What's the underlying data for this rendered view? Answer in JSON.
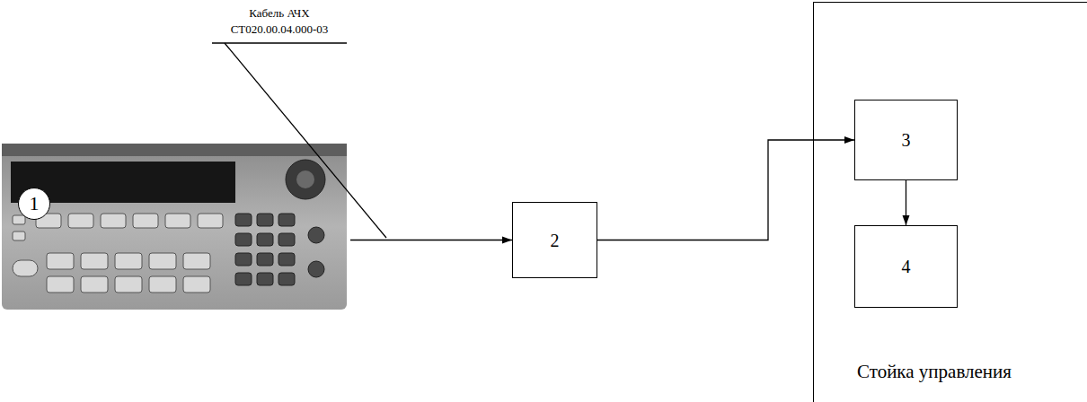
{
  "diagram": {
    "nodes": [
      {
        "text": [
          "1"
        ]
      },
      {
        "text": [
          "2"
        ]
      },
      {
        "text": [
          "Стойка управления"
        ]
      },
      {
        "text": [
          "3"
        ],
        "in": 2
      },
      {
        "text": [
          "4"
        ],
        "in": 2
      }
    ],
    "edges": [
      {
        "from": 0,
        "to": 1,
        "arrow": "to",
        "label": "Кабель АЧХ СТ020.00.04.000-03"
      },
      {
        "from": 1,
        "to": 3,
        "arrow": "to"
      },
      {
        "from": 3,
        "to": 4,
        "arrow": "to"
      }
    ]
  }
}
